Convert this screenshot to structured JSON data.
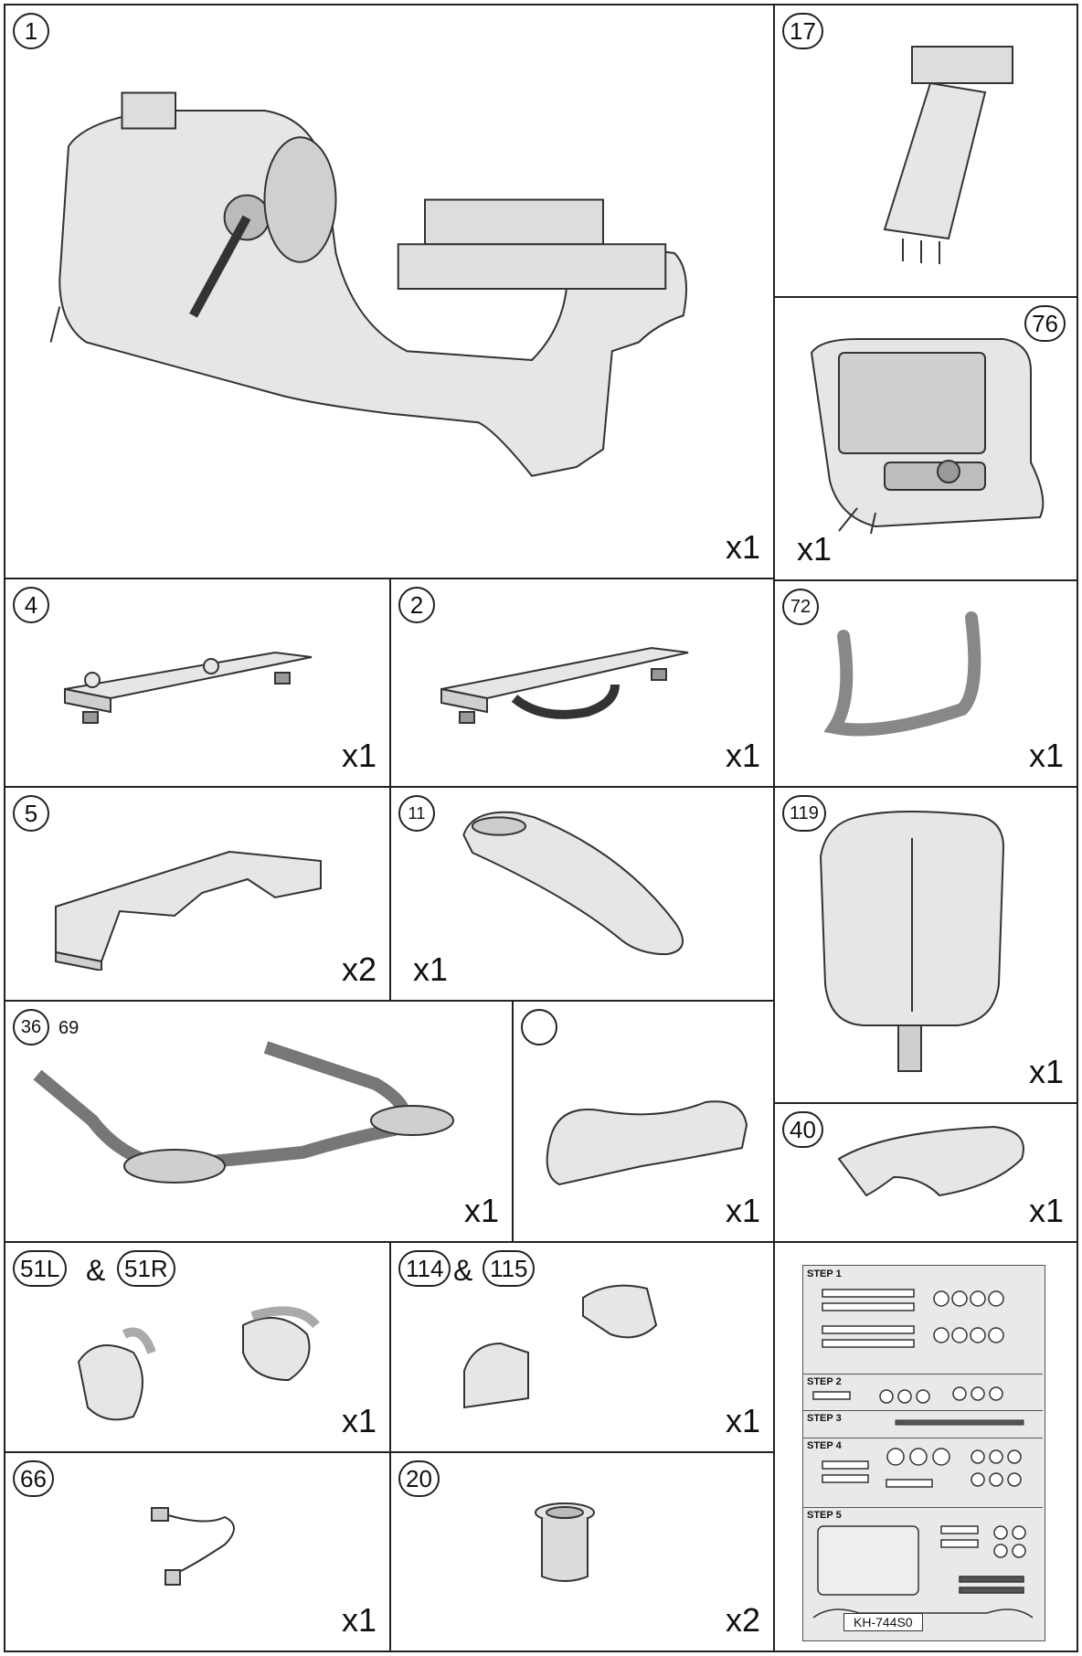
{
  "parts": {
    "p1": {
      "number": "1",
      "qty": "x1"
    },
    "p17": {
      "number": "17"
    },
    "p76": {
      "number": "76",
      "qty": "x1"
    },
    "p4": {
      "number": "4",
      "qty": "x1"
    },
    "p2": {
      "number": "2",
      "qty": "x1"
    },
    "p72": {
      "number": "72",
      "qty": "x1"
    },
    "p5": {
      "number": "5",
      "qty": "x2"
    },
    "p11": {
      "number": "11",
      "qty": "x1"
    },
    "p119": {
      "number": "119",
      "qty": "x1"
    },
    "p36": {
      "number": "36",
      "number2": "69",
      "qty": "x1"
    },
    "pseat": {
      "number": "",
      "qty": "x1"
    },
    "p40": {
      "number": "40",
      "qty": "x1"
    },
    "p51": {
      "number": "51L",
      "joiner": "&",
      "number2": "51R",
      "qty": "x1"
    },
    "p114": {
      "number": "114",
      "joiner": "&",
      "number2": "115",
      "qty": "x1"
    },
    "p66": {
      "number": "66",
      "qty": "x1"
    },
    "p20": {
      "number": "20",
      "qty": "x2"
    }
  },
  "hardware_card": {
    "steps": [
      "STEP 1",
      "STEP 2",
      "STEP 3",
      "STEP 4",
      "STEP 5"
    ],
    "model": "KH-744S0"
  }
}
